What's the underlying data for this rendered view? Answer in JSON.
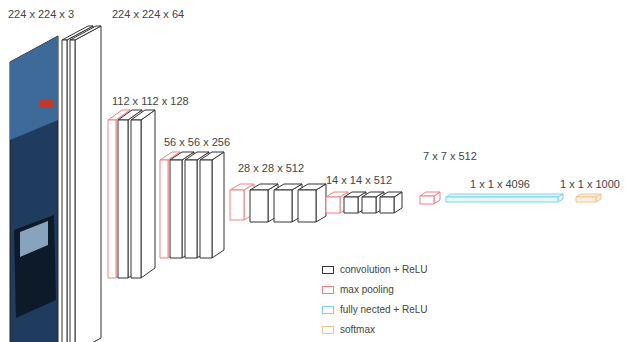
{
  "diagram": {
    "labels": [
      "224 x 224 x 3",
      "224 x 224 x 64",
      "112 x 112 x 128",
      "56 x 56 x 256",
      "28 x 28 x 512",
      "14 x 14 x 512",
      "7 x 7 x 512",
      "1 x 1 x 4096",
      "1 x 1 x 1000"
    ],
    "legend": [
      {
        "text": "convolution + ReLU",
        "color": "#333333"
      },
      {
        "text": "max pooling",
        "color": "#f08080"
      },
      {
        "text": "fully nected + ReLU",
        "color": "#7fd3f0"
      },
      {
        "text": "softmax",
        "color": "#f5c28a"
      }
    ]
  }
}
